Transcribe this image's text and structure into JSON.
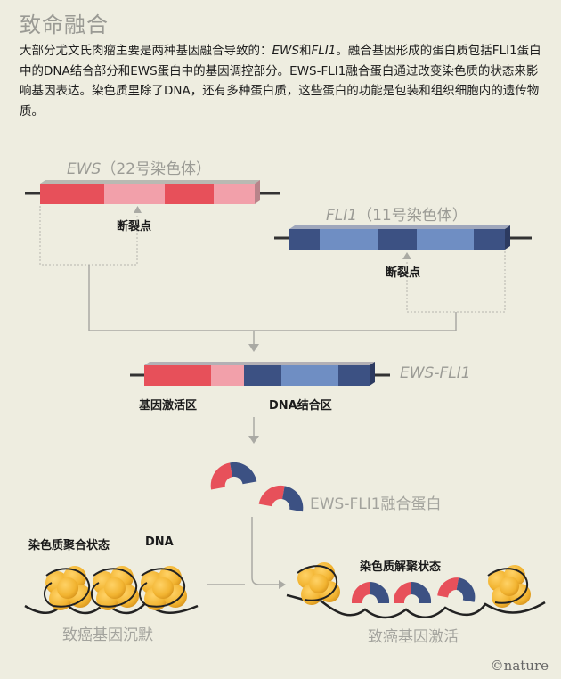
{
  "title": "致命融合",
  "intro": {
    "p1": "大部分尤文氏肉瘤主要是两种基因融合导致的：",
    "gene_a": "EWS",
    "and": "和",
    "gene_b": "FLI1",
    "p2": "。融合基因形成的蛋白质包括FLI1蛋白中的DNA结合部分和EWS蛋白中的基因调控部分。EWS-FLI1融合蛋白通过改变染色质的状态来影响基因表达。染色质里除了DNA，还有多种蛋白质，这些蛋白的功能是包装和组织细胞内的遗传物质。"
  },
  "ews": {
    "gene": "EWS",
    "chromosome": "（22号染色体）"
  },
  "fli1": {
    "gene": "FLI1",
    "chromosome": "（11号染色体）"
  },
  "breakpoint_label": "断裂点",
  "fusion": {
    "name": "EWS-FLI1",
    "regulatory_region": "基因激活区",
    "dna_binding_region": "DNA结合区"
  },
  "protein_label": "EWS-FLI1融合蛋白",
  "chromatin": {
    "closed_label": "染色质聚合状态",
    "dna_label": "DNA",
    "open_label": "染色质解聚状态",
    "silenced_caption": "致癌基因沉默",
    "activated_caption": "致癌基因激活"
  },
  "credit": "©nature",
  "colors": {
    "background": "#eeede0",
    "ews_red": "#e7505a",
    "ews_pink": "#f2a0aa",
    "fli_dark": "#3c5183",
    "fli_light": "#6f8ec3",
    "histone": "#f2b431",
    "connector": "#aaaaa4"
  }
}
